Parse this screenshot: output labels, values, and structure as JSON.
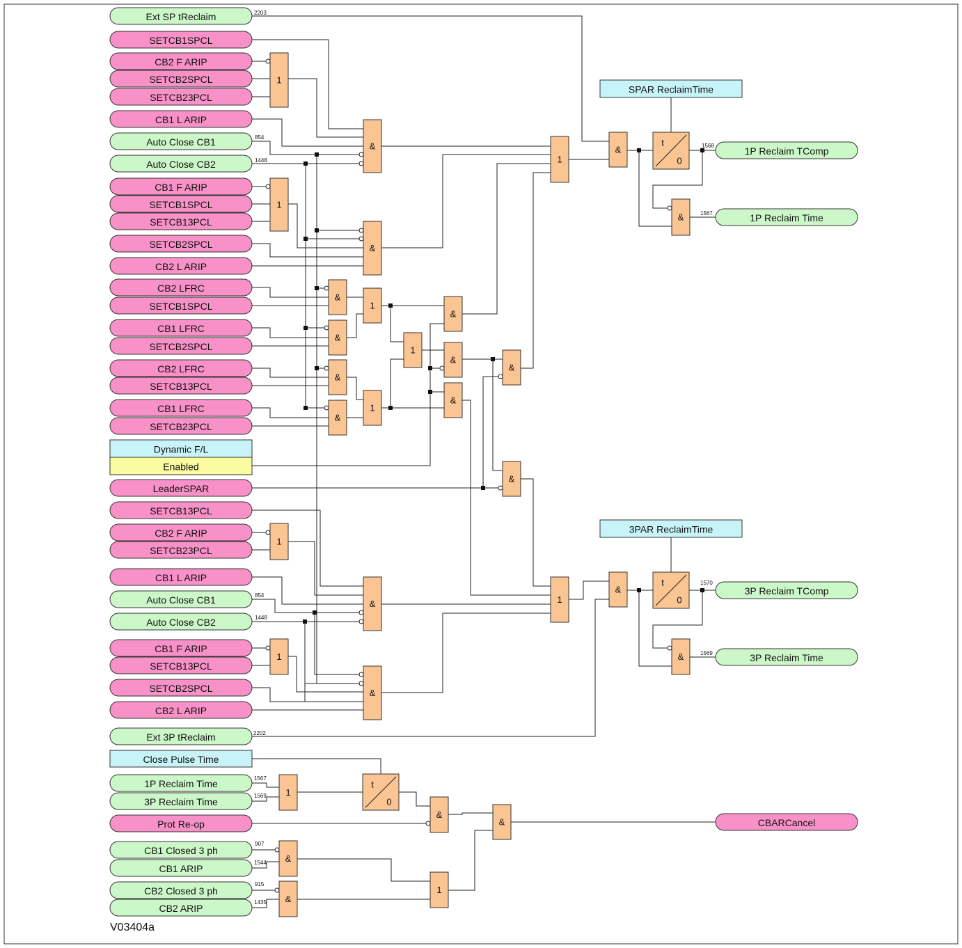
{
  "version": "V03404a",
  "inputs": {
    "ext_sp_treclaim": "Ext SP tReclaim",
    "setcb1spcl_a": "SETCB1SPCL",
    "cb2_f_arip_a": "CB2 F ARIP",
    "setcb2spcl_a": "SETCB2SPCL",
    "setcb23pcl_a": "SETCB23PCL",
    "cb1_l_arip_a": "CB1 L ARIP",
    "auto_close_cb1_a": "Auto Close CB1",
    "auto_close_cb2_a": "Auto Close CB2",
    "cb1_f_arip_a": "CB1 F ARIP",
    "setcb1spcl_b": "SETCB1SPCL",
    "setcb13pcl_a": "SETCB13PCL",
    "setcb2spcl_b": "SETCB2SPCL",
    "cb2_l_arip_a": "CB2 L ARIP",
    "cb2_lfrc_a": "CB2 LFRC",
    "setcb1spcl_c": "SETCB1SPCL",
    "cb1_lfrc_a": "CB1 LFRC",
    "setcb2spcl_c": "SETCB2SPCL",
    "cb2_lfrc_b": "CB2 LFRC",
    "setcb13pcl_b": "SETCB13PCL",
    "cb1_lfrc_b": "CB1 LFRC",
    "setcb23pcl_b": "SETCB23PCL",
    "dynamic_fl": "Dynamic F/L",
    "enabled": "Enabled",
    "leaderspar": "LeaderSPAR",
    "setcb13pcl_c": "SETCB13PCL",
    "cb2_f_arip_b": "CB2 F ARIP",
    "setcb23pcl_c": "SETCB23PCL",
    "cb1_l_arip_b": "CB1 L ARIP",
    "auto_close_cb1_b": "Auto Close CB1",
    "auto_close_cb2_b": "Auto Close CB2",
    "cb1_f_arip_b": "CB1 F ARIP",
    "setcb13pcl_d": "SETCB13PCL",
    "setcb2spcl_d": "SETCB2SPCL",
    "cb2_l_arip_b": "CB2 L ARIP",
    "ext_3p_treclaim": "Ext 3P tReclaim",
    "close_pulse_time": "Close Pulse Time",
    "p1_reclaim_time_in": "1P Reclaim Time",
    "p3_reclaim_time_in": "3P Reclaim Time",
    "prot_reop": "Prot Re-op",
    "cb1_closed_3ph": "CB1 Closed 3 ph",
    "cb1_arip": "CB1 ARIP",
    "cb2_closed_3ph": "CB2 Closed 3 ph",
    "cb2_arip": "CB2 ARIP"
  },
  "settings": {
    "spar_reclaimtime": "SPAR ReclaimTime",
    "tpar_reclaimtime": "3PAR ReclaimTime"
  },
  "outputs": {
    "p1_reclaim_tcomp": "1P Reclaim TComp",
    "p1_reclaim_time": "1P Reclaim Time",
    "p3_reclaim_tcomp": "3P Reclaim TComp",
    "p3_reclaim_time": "3P Reclaim Time",
    "cbarcancel": "CBARCancel"
  },
  "signal_numbers": {
    "ext_sp": "2203",
    "acc1_a": "854",
    "acc2_a": "1448",
    "acc1_b": "854",
    "acc2_b": "1448",
    "ext_3p": "2202",
    "p1rt_in": "1567",
    "p3rt_in": "1569",
    "cb1c": "907",
    "cb1a": "1544",
    "cb2c": "915",
    "cb2a": "1435",
    "p1tc_out": "1568",
    "p1rt_out": "1567",
    "p3tc_out": "1570",
    "p3rt_out": "1569"
  },
  "gate_symbols": {
    "and": "&",
    "or": "1",
    "timer_t": "t",
    "timer_0": "0"
  },
  "colors": {
    "pink_signal": "#f791c8",
    "green_signal": "#ccf7c8",
    "cyan_setting": "#c8f4f9",
    "yellow_setting": "#fbfba0",
    "gate_fill": "#fbc593"
  }
}
